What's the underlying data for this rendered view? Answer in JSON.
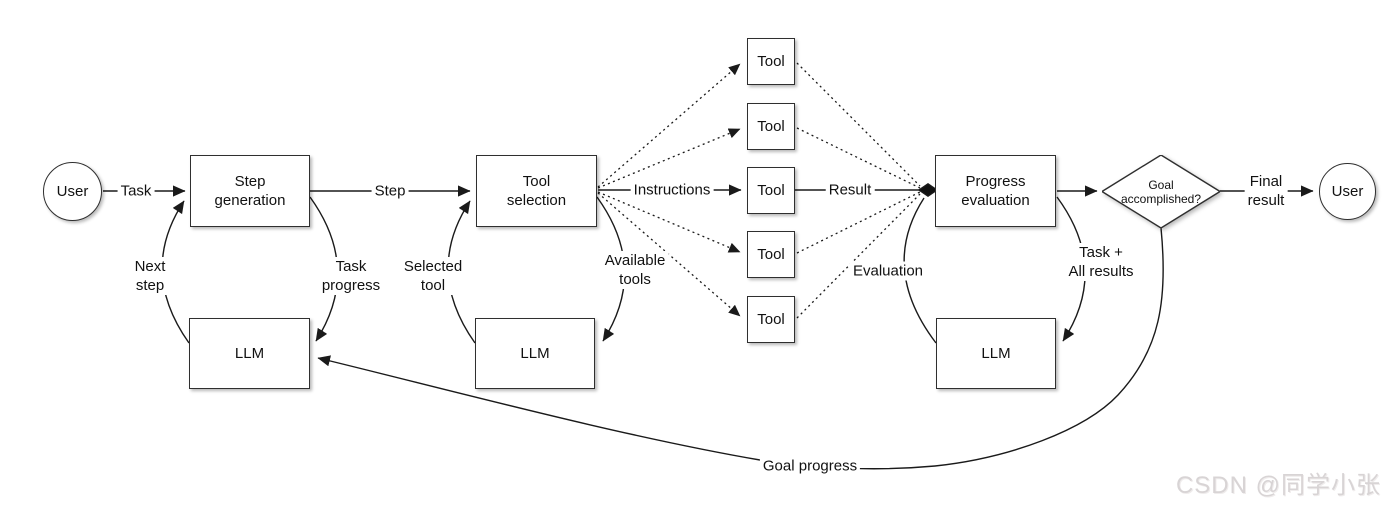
{
  "diagram": {
    "nodes": {
      "user_left": {
        "label": "User"
      },
      "user_right": {
        "label": "User"
      },
      "step_generation": {
        "lines": [
          "Step",
          "generation"
        ]
      },
      "tool_selection": {
        "lines": [
          "Tool",
          "selection"
        ]
      },
      "progress_evaluation": {
        "lines": [
          "Progress",
          "evaluation"
        ]
      },
      "goal_accomplished": {
        "lines": [
          "Goal",
          "accomplished?"
        ]
      },
      "llm_step": {
        "label": "LLM"
      },
      "llm_tool": {
        "label": "LLM"
      },
      "llm_eval": {
        "label": "LLM"
      },
      "tools": [
        {
          "label": "Tool"
        },
        {
          "label": "Tool"
        },
        {
          "label": "Tool"
        },
        {
          "label": "Tool"
        },
        {
          "label": "Tool"
        }
      ]
    },
    "edges": {
      "task": {
        "label": "Task"
      },
      "step": {
        "label": "Step"
      },
      "instructions": {
        "label": "Instructions"
      },
      "result": {
        "label": "Result"
      },
      "final_result": {
        "lines": [
          "Final",
          "result"
        ]
      },
      "next_step": {
        "lines": [
          "Next",
          "step"
        ]
      },
      "task_progress": {
        "lines": [
          "Task",
          "progress"
        ]
      },
      "selected_tool": {
        "lines": [
          "Selected",
          "tool"
        ]
      },
      "available_tools": {
        "lines": [
          "Available",
          "tools"
        ]
      },
      "evaluation": {
        "label": "Evaluation"
      },
      "task_all_results": {
        "lines": [
          "Task +",
          "All results"
        ]
      },
      "goal_progress": {
        "label": "Goal progress"
      }
    },
    "colors": {
      "line": "#1a1a1a",
      "box_border": "#2f2f2f",
      "box_fill": "#ffffff",
      "text": "#111111",
      "watermark": "#d8d4d5"
    }
  },
  "watermark": {
    "text": "CSDN @同学小张"
  }
}
